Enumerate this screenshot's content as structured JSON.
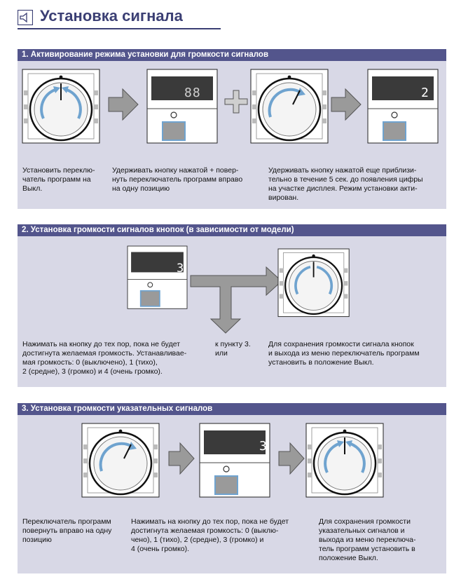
{
  "page": {
    "title": "Установка сигнала",
    "title_icon": "speaker-icon"
  },
  "section1": {
    "header": "1. Активирование режима установки для громкости сигналов",
    "display_a": "88",
    "display_b": "2",
    "captions": [
      "Установить переклю-\nчатель программ на\nВыкл.",
      "Удерживать кнопку нажатой + повер-\nнуть переключатель программ вправо\nна одну позицию",
      "Удерживать кнопку нажатой еще приблизи-\nтельно в течение 5 сек. до появления цифры\nна участке дисплея. Режим установки акти-\nвирован."
    ]
  },
  "section2": {
    "header": "2. Установка громкости сигналов кнопок (в зависимости от модели)",
    "display": "3",
    "captions": [
      "Нажимать на кнопку до тех пор, пока не будет\nдостигнута желаемая громкость. Устанавливае-\nмая громкость: 0 (выключено), 1 (тихо),\n2 (средне), 3 (громко) и 4 (очень громко).",
      "к пункту 3.\nили",
      "Для сохранения громкости сигнала кнопок\nи выхода из меню переключатель программ\nустановить в положение Выкл."
    ]
  },
  "section3": {
    "header": "3. Установка громкости указательных сигналов",
    "display": "3",
    "captions": [
      "Переключатель программ\nповернуть вправо на одну\nпозицию",
      "Нажимать на кнопку до тех пор, пока не будет\nдостигнута желаемая громкость: 0 (выклю-\nчено), 1 (тихо), 2 (средне), 3 (громко) и\n4 (очень громко).",
      "Для сохранения громкости\nуказательных сигналов и\nвыхода из меню переключа-\nтель программ установить в\nположение Выкл."
    ]
  },
  "colors": {
    "header_bg": "#53558c",
    "panel_bg": "#d8d8e6",
    "title": "#3b3f74",
    "arrow": "#9a9a9a",
    "knob_arc": "#6fa3cf"
  }
}
